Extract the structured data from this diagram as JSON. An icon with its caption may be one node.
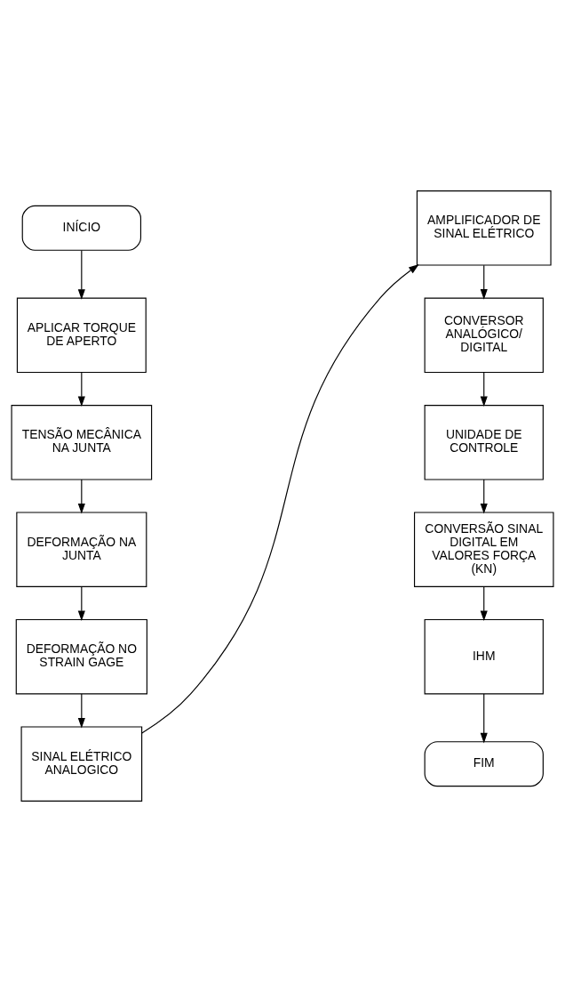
{
  "diagram": {
    "nodes": [
      {
        "text": [
          "INÍCIO"
        ]
      },
      {
        "text": [
          "APLICAR TORQUE DE APERTO"
        ]
      },
      {
        "text": [
          "TENSÃO MECÂNICA NA JUNTA"
        ]
      },
      {
        "text": [
          "DEFORMAÇÃO NA JUNTA"
        ]
      },
      {
        "text": [
          "DEFORMAÇÃO NO STRAIN GAGE"
        ]
      },
      {
        "text": [
          "SINAL ELÉTRICO ANALOGICO"
        ]
      },
      {
        "text": [
          "AMPLIFICADOR DE SINAL ELÉTRICO"
        ]
      },
      {
        "text": [
          "CONVERSOR ANALÓGICO/ DIGITAL"
        ]
      },
      {
        "text": [
          "UNIDADE DE CONTROLE"
        ]
      },
      {
        "text": [
          "CONVERSÃO SINAL DIGITAL EM VALORES FORÇA (KN)"
        ]
      },
      {
        "text": [
          "IHM"
        ]
      },
      {
        "text": [
          "FIM"
        ]
      }
    ],
    "edges": [
      {
        "from": 0,
        "to": 1,
        "arrow": "to"
      },
      {
        "from": 1,
        "to": 2,
        "arrow": "to"
      },
      {
        "from": 2,
        "to": 3,
        "arrow": "to"
      },
      {
        "from": 3,
        "to": 4,
        "arrow": "to"
      },
      {
        "from": 4,
        "to": 5,
        "arrow": "to"
      },
      {
        "from": 5,
        "to": 6,
        "arrow": "to"
      },
      {
        "from": 6,
        "to": 7,
        "arrow": "to"
      },
      {
        "from": 7,
        "to": 8,
        "arrow": "to"
      },
      {
        "from": 8,
        "to": 9,
        "arrow": "to"
      },
      {
        "from": 9,
        "to": 10,
        "arrow": "to"
      },
      {
        "from": 10,
        "to": 11,
        "arrow": "to"
      }
    ]
  }
}
